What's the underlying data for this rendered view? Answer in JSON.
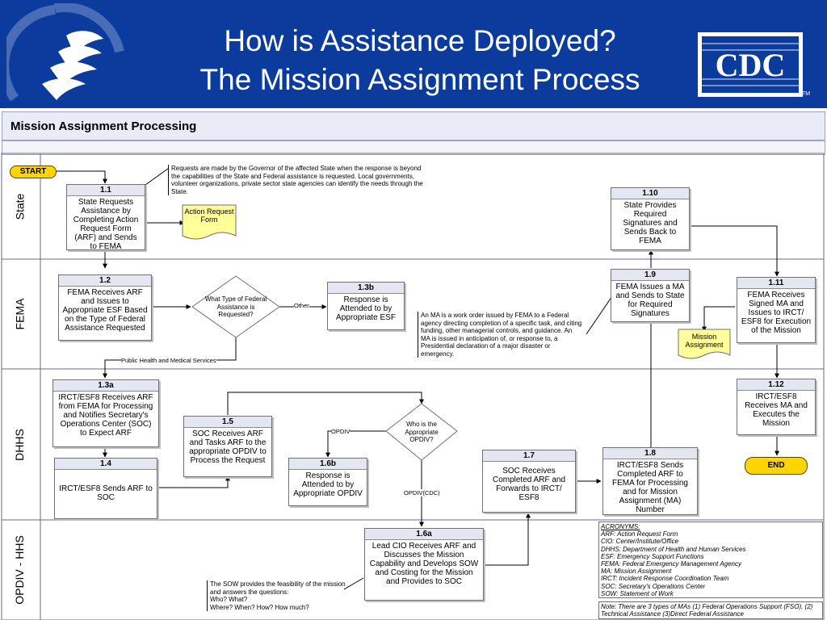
{
  "header": {
    "title_line1": "How is Assistance Deployed?",
    "title_line2": "The Mission Assignment Process",
    "left_logo": "hhs-eagle-seal",
    "right_logo_text": "CDC",
    "tm": "TM",
    "colors": {
      "background": "#0b3b9c",
      "title": "#ffffff"
    }
  },
  "diagram": {
    "sheet_title": "Mission Assignment Processing",
    "lanes": [
      "State",
      "FEMA",
      "DHHS",
      "OPDIV - HHS"
    ],
    "terminators": {
      "start": "START",
      "end": "END"
    },
    "boxes": {
      "b11": {
        "id": "1.1",
        "text": "State Requests Assistance by Completing Action Request Form (ARF) and Sends to FEMA"
      },
      "b110": {
        "id": "1.10",
        "text": "State Provides Required Signatures and Sends Back to FEMA"
      },
      "b12": {
        "id": "1.2",
        "text": "FEMA Receives ARF and Issues to Appropriate ESF Based on the Type of Federal Assistance Requested"
      },
      "b13b": {
        "id": "1.3b",
        "text": "Response is Attended to by Appropriate ESF"
      },
      "b19": {
        "id": "1.9",
        "text": "FEMA Issues a MA and Sends to State for Required Signatures"
      },
      "b111": {
        "id": "1.11",
        "text": "FEMA Receives Signed MA and Issues to IRCT/ ESF8 for Execution of the Mission"
      },
      "b13a": {
        "id": "1.3a",
        "text": "IRCT/ESF8 Receives ARF from FEMA for Processing and Notifies Secretary's Operations Center (SOC) to Expect ARF"
      },
      "b14": {
        "id": "1.4",
        "text": "IRCT/ESF8 Sends ARF to SOC"
      },
      "b15": {
        "id": "1.5",
        "text": "SOC Receives ARF and Tasks ARF to the appropriate OPDIV to Process the Request"
      },
      "b16b": {
        "id": "1.6b",
        "text": "Response is Attended to by Appropriate OPDIV"
      },
      "b17": {
        "id": "1.7",
        "text": "SOC Receives Completed ARF and Forwards to IRCT/ ESF8"
      },
      "b18": {
        "id": "1.8",
        "text": "IRCT/ESF8 Sends Completed ARF to FEMA for Processing and for Mission Assignment (MA) Number"
      },
      "b112": {
        "id": "1.12",
        "text": "IRCT/ESF8 Receives MA and Executes the Mission"
      },
      "b16a": {
        "id": "1.6a",
        "text": "Lead CIO Receives ARF and Discusses the Mission Capability and Develops SOW and Costing for the Mission and Provides to SOC"
      }
    },
    "documents": {
      "action_request_form": "Action Request Form",
      "mission_assignment": "Mission Assignment"
    },
    "decisions": {
      "fema": "What Type of Federal Assistance is Requested?",
      "dhhs": "Who is the Appropriate OPDIV?"
    },
    "edge_labels": {
      "other": "Other",
      "public_health": "Public Health and Medical Services",
      "opdiv": "OPDIV",
      "opdiv_cdc": "OPDIV(CDC)"
    },
    "notes": {
      "requests": "Requests are made by the Governor of the affected State when the response is beyond the capabilities of the State and Federal assistance is requested. Local governments, volunteer organizations, private sector state agencies can identify the needs through the State.",
      "ma": "An MA is a work order issued by FEMA to a Federal agency directing completion of a specific task, and citing funding, other managerial controls, and guidance. An MA is issued in anticipation of, or response to, a Presidential declaration of a major disaster or emergency.",
      "sow_line1": "The SOW provides the feasibility of the mission and answers the questions:",
      "sow_line2": "Who? What?",
      "sow_line3": "Where? When? How? How much?"
    },
    "acronyms": {
      "heading": "ACRONYMS:",
      "items": [
        "ARF: Action Request Form",
        "CIO: Center/Institute/Office",
        "DHHS: Department of Health and Human Services",
        "ESF: Emergency Support Functions",
        "FEMA: Federal Emergency Management Agency",
        "MA: Mission Assignment",
        "IRCT: Incident Response Coordination Team",
        "SOC: Secretary's Operations Center",
        "SOW: Statement of Work"
      ]
    },
    "footnote": "Note: There are 3 types of MAs (1) Federal Operations Support (FSO), (2) Technical Assistance (3)Direct Federal Assistance",
    "colors": {
      "terminator": "#ffd400",
      "document": "#ffff99",
      "box_header": "#e4e6f2"
    }
  }
}
